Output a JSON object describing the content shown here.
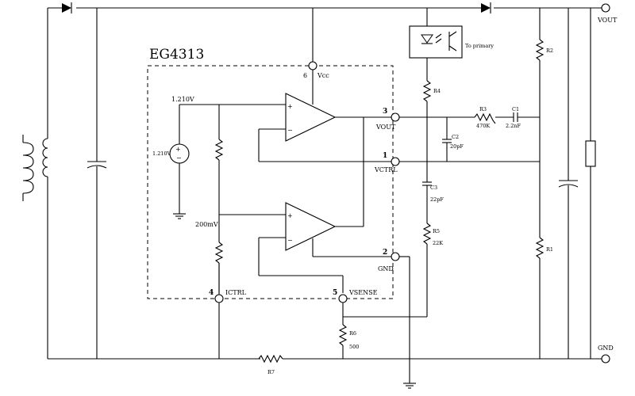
{
  "chip": {
    "name": "EG4313",
    "vref_value": "1.210V",
    "vref_source_label": "1.210V",
    "mid_voltage": "200mV"
  },
  "pins": {
    "p1": {
      "number": "1",
      "name": "VCTRL"
    },
    "p2": {
      "number": "2",
      "name": "GND"
    },
    "p3": {
      "number": "3",
      "name": "VOUT"
    },
    "p4": {
      "number": "4",
      "name": "ICTRL"
    },
    "p5": {
      "number": "5",
      "name": "VSENSE"
    },
    "p6": {
      "number": "6",
      "name": "Vcc"
    }
  },
  "opto_label": "To primary",
  "components": {
    "r2": "R2",
    "r4": "R4",
    "r3": "R3",
    "r3_value": "470K",
    "c1": "C1",
    "c1_value": "2.2nF",
    "c2": "C2",
    "c2_value": "20pF",
    "c3": "C3",
    "c3_value": "22pF",
    "r5": "R5",
    "r5_value": "22K",
    "r6": "R6",
    "r6_value": "500",
    "r1": "R1",
    "r7": "R7"
  },
  "output": {
    "vout": "VOUT",
    "gnd": "GND"
  }
}
